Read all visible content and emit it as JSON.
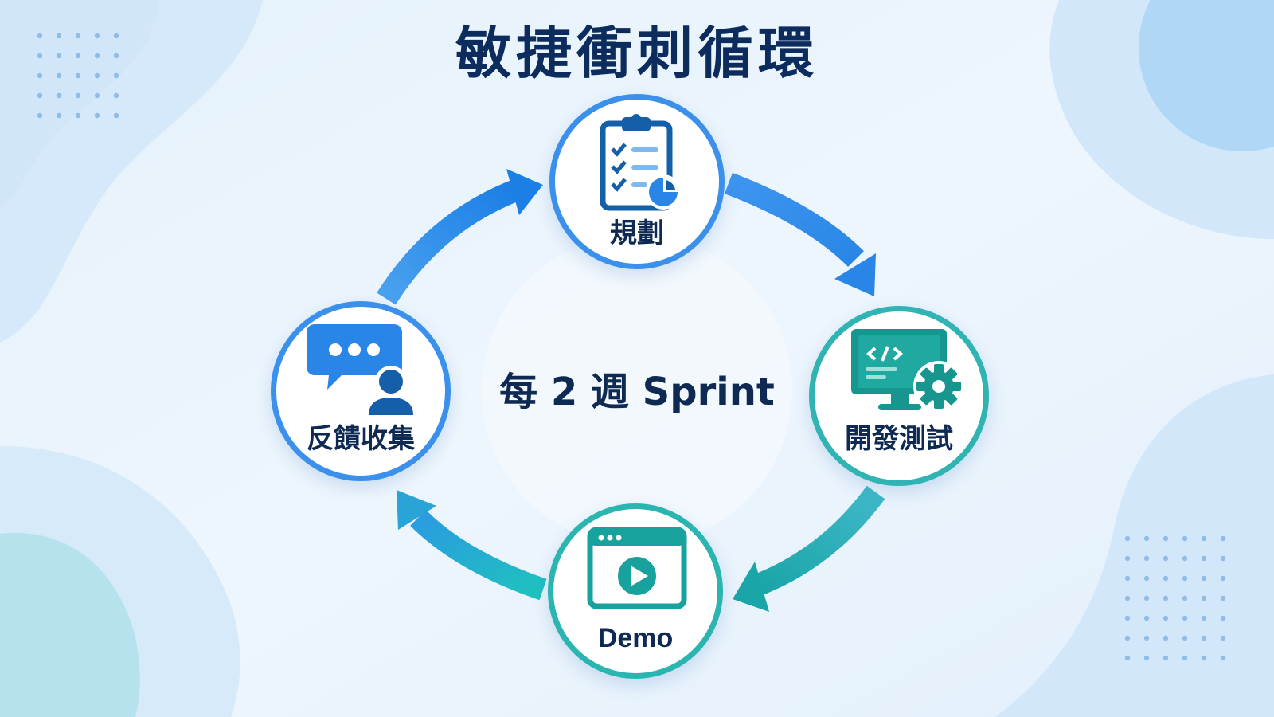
{
  "title": "敏捷衝刺循環",
  "center_label": "每 2 週 Sprint",
  "colors": {
    "title_text": "#0c2c5e",
    "blue_accent": "#3b90ec",
    "teal_accent": "#2fb3b3",
    "label_text": "#0e2a52"
  },
  "nodes": [
    {
      "id": "plan",
      "label": "規劃",
      "icon": "clipboard-checklist-icon"
    },
    {
      "id": "dev",
      "label": "開發測試",
      "icon": "monitor-code-gear-icon"
    },
    {
      "id": "demo",
      "label": "Demo",
      "icon": "video-player-icon"
    },
    {
      "id": "feedback",
      "label": "反饋收集",
      "icon": "chat-user-icon"
    }
  ]
}
